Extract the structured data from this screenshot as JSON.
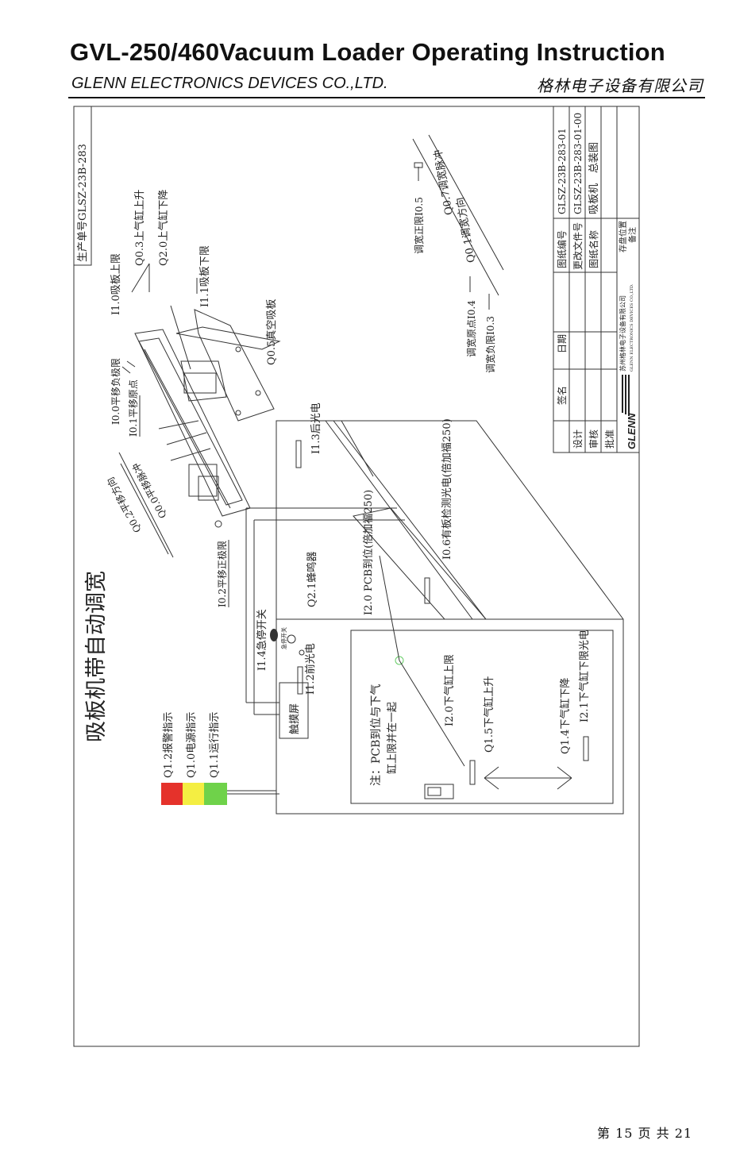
{
  "header": {
    "title": "GVL-250/460Vacuum Loader Operating Instruction",
    "company_en": "GLENN ELECTRONICS DEVICES CO.,LTD.",
    "company_cn": "格林电子设备有限公司"
  },
  "drawing": {
    "main_title": "吸板机带自动调宽",
    "order_no": "生产单号GLSZ-23B-283",
    "labels": {
      "i1_0": "I1.0吸板上限",
      "q0_3": "Q0.3上气缸上升",
      "q2_0": "Q2.0上气缸下降",
      "i1_1": "I1.1吸板下限",
      "q0_5": "Q0.5真空吸板",
      "i0_0": "I0.0平移负极限",
      "i0_1": "I0.1平移原点",
      "q0_2": "Q0.2平移方向",
      "q0_0": "Q0.0平移脉冲",
      "i0_2": "I0.2平移正极限",
      "i1_3": "I1.3后光电",
      "i0_6": "I0.6有板检测光电(倍加福250)",
      "i2_0_pcb": "I2.0 PCB到位(倍加福250)",
      "q2_1": "Q2.1蜂鸣器",
      "i1_4": "I1.4急停开关",
      "estop_small": "急停开关",
      "i1_2": "I1.2前光电",
      "touch": "触摸屏",
      "q1_2": "Q1.2报警指示",
      "q1_0": "Q1.0电源指示",
      "q1_1": "Q1.1运行指示",
      "note1": "注：PCB到位与下气",
      "note2": "缸上限并在一起",
      "i2_0_lower": "I2.0下气缸上限",
      "q1_5": "Q1.5下气缸上升",
      "q1_4": "Q1.4下气缸下降",
      "i2_1": "I2.1下气缸下限光电",
      "i0_5": "调宽正限I0.5",
      "q0_1": "Q0.1调宽方向",
      "q0_7": "Q0.7调宽脉冲",
      "i0_4": "调宽原点I0.4",
      "i0_3": "调宽负限I0.3"
    },
    "title_block": {
      "drawing_no_label": "图纸编号",
      "drawing_no": "GLSZ-23B-283-01",
      "change_label": "更改文件号",
      "change_no": "GLSZ-23B-283-01-00",
      "name_label": "图纸名称",
      "name": "吸板机　总装图",
      "storage": "存盘位置",
      "remark": "备注",
      "sign": "签名",
      "date": "日期",
      "design": "设计",
      "review": "审核",
      "approve": "批准",
      "company_cn": "苏州格林电子设备有限公司",
      "company_en": "GLENN ELECTRONICS DEVICES CO.,LTD.",
      "logo": "GLENN"
    }
  },
  "footer": {
    "page": "第 15 页 共 21"
  }
}
